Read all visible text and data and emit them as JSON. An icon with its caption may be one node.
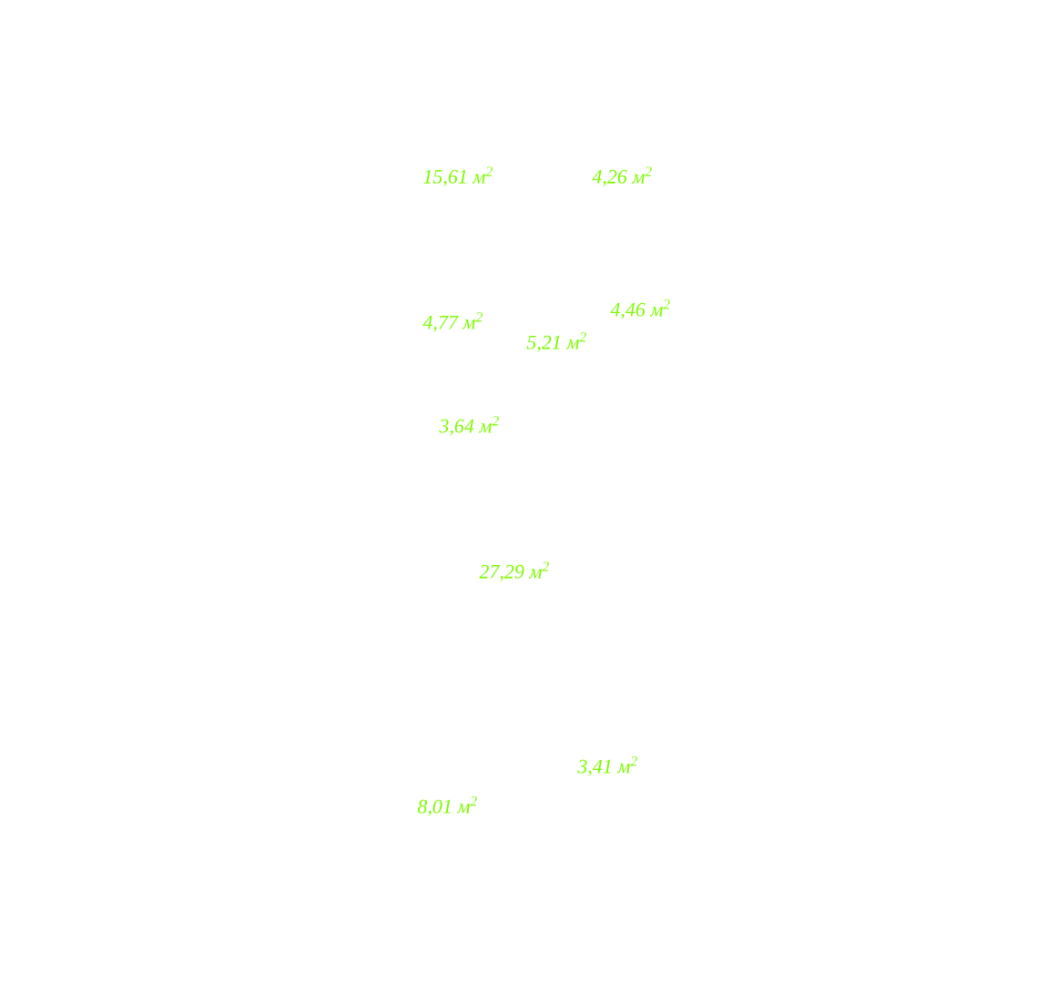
{
  "diagram": {
    "labels": [
      "15,61 м$^{2}$",
      "4,26 м$^{2}$",
      "4,46 м$^{2}$",
      "4,77 м$^{2}$",
      "5,21 м$^{2}$",
      "3,64 м$^{2}$",
      "27,29 м$^{2}$",
      "3,41 м$^{2}$",
      "8,01 м$^{2}$"
    ]
  }
}
